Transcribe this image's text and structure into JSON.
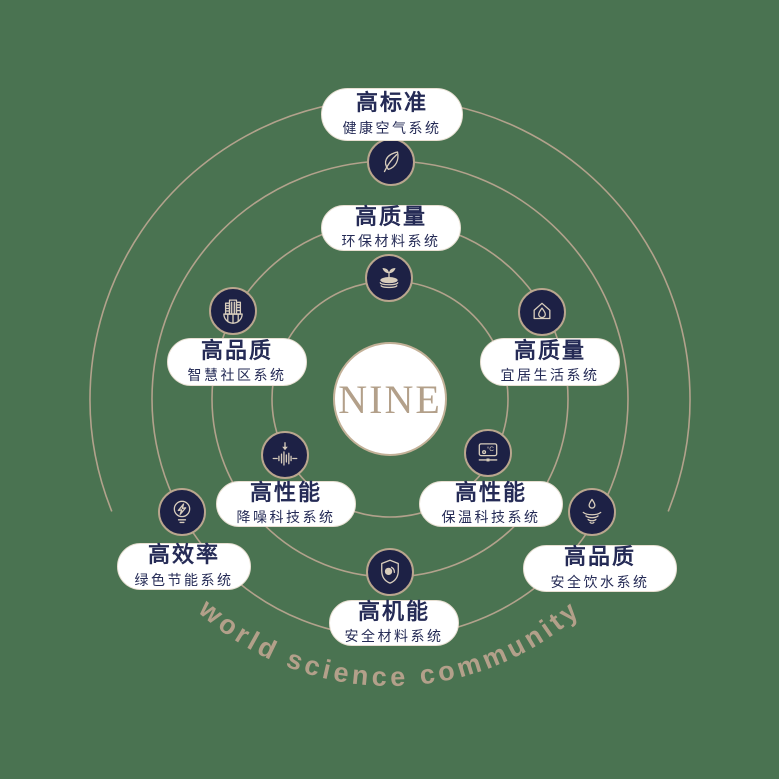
{
  "title": "NINE",
  "arc_text": "world science community",
  "colors": {
    "background": "#4a7351",
    "navy": "#1d2145",
    "tan": "#b3a08a",
    "cream": "#d8cdbc",
    "pill_bg": "#ffffff",
    "pill_text": "#252b56"
  },
  "icons": {
    "thermostat_display": "°C"
  },
  "systems": [
    {
      "title": "高标准",
      "subtitle": "健康空气系统",
      "icon": "leaf-icon"
    },
    {
      "title": "高质量",
      "subtitle": "环保材料系统",
      "icon": "sprout-icon"
    },
    {
      "title": "高品质",
      "subtitle": "智慧社区系统",
      "icon": "city-icon"
    },
    {
      "title": "高质量",
      "subtitle": "宜居生活系统",
      "icon": "house-drop-icon"
    },
    {
      "title": "高性能",
      "subtitle": "降噪科技系统",
      "icon": "noise-reduction-icon"
    },
    {
      "title": "高性能",
      "subtitle": "保温科技系统",
      "icon": "thermostat-icon"
    },
    {
      "title": "高效率",
      "subtitle": "绿色节能系统",
      "icon": "energy-icon"
    },
    {
      "title": "高品质",
      "subtitle": "安全饮水系统",
      "icon": "water-drop-icon"
    },
    {
      "title": "高机能",
      "subtitle": "安全材料系统",
      "icon": "shield-icon"
    }
  ]
}
